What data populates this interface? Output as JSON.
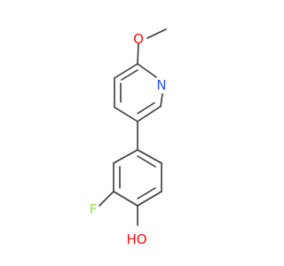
{
  "molecule": {
    "atoms": {
      "methoxy_oxygen": "O",
      "pyridine_nitrogen": "N",
      "fluorine": "F",
      "hydroxyl": "HO"
    },
    "colors": {
      "bond": "#3a3a3a",
      "oxygen": "#ff0d0d",
      "nitrogen": "#3050f8",
      "fluorine": "#90e050"
    }
  }
}
